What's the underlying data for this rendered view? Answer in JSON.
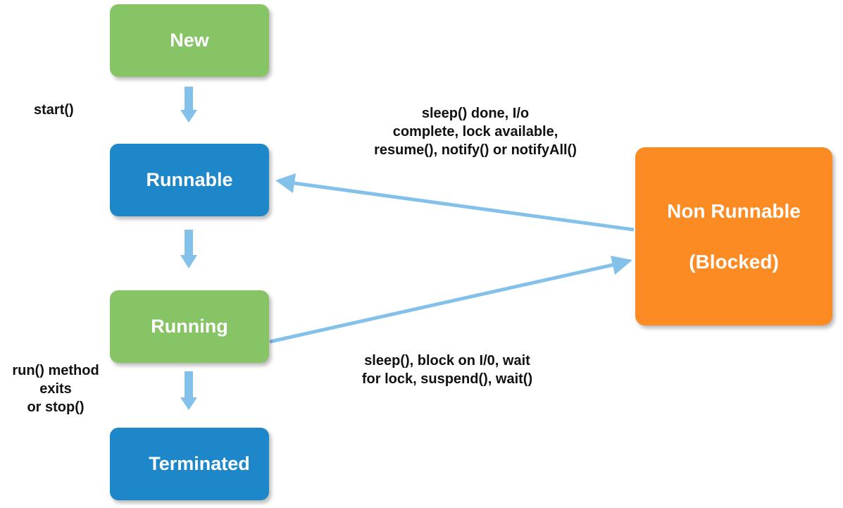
{
  "states": {
    "new": "New",
    "runnable": "Runnable",
    "running": "Running",
    "terminated": "Terminated",
    "non_runnable_line1": "Non  Runnable",
    "non_runnable_line2": "(Blocked)"
  },
  "transitions": {
    "start": "start()",
    "run_exit_lines": [
      "run() method",
      "exits",
      "or stop()"
    ],
    "to_runnable_lines": [
      "sleep() done, I/o",
      "complete, lock available,",
      "resume(), notify() or notifyAll()"
    ],
    "to_blocked_lines": [
      "sleep(), block on I/0, wait",
      "for lock, suspend(), wait()"
    ]
  },
  "colors": {
    "green_state": "#86c465",
    "blue_state": "#1e87c9",
    "orange_state": "#fb8b22",
    "arrow": "#84c1ea"
  }
}
